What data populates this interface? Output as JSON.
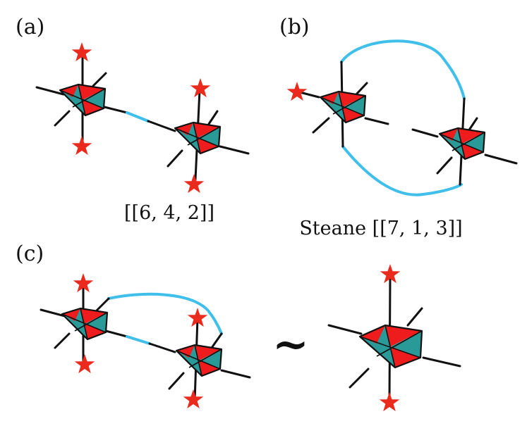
{
  "panels": {
    "a": {
      "label": "(a)",
      "caption": "[[6, 4, 2]]"
    },
    "b": {
      "label": "(b)",
      "caption": "Steane [[7, 1, 3]]"
    },
    "c": {
      "label": "(c)",
      "equivalence": "~"
    }
  },
  "colors": {
    "face_teal": "#2a9a98",
    "face_red": "#ee1c1c",
    "star": "#ea2a1c",
    "bond": "#3fbfea",
    "leg": "#111111"
  }
}
